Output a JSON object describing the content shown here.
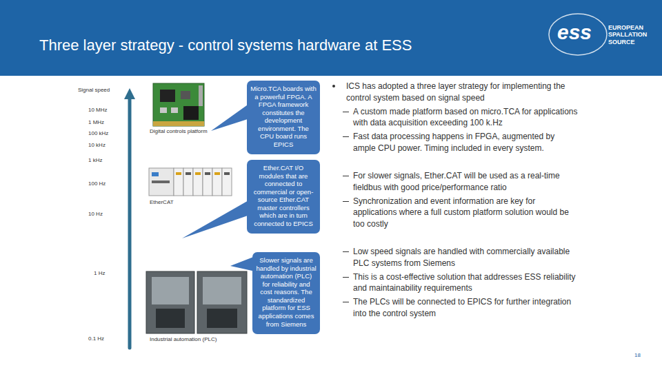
{
  "diagram": {
    "title": "Three layer strategy - control systems hardware at ESS",
    "nodes": [
      {
        "text": [
          "Micro.TCA boards with a powerful FPGA. A FPGA framework constitutes the development environment. The CPU board runs EPICS"
        ]
      },
      {
        "text": [
          "Ether.CAT I/O modules that are connected to commercial or open-source Ether.CAT master controllers which are in turn connected to EPICS"
        ]
      },
      {
        "text": [
          "Slower signals are handled by industrial automation (PLC) for reliability and cost reasons. The standardized platform for ESS applications comes from Siemens"
        ]
      }
    ],
    "labels": [
      "Signal speed",
      "10 MHz",
      "1 MHz",
      "100 kHz",
      "10 kHz",
      "1 kHz",
      "100 Hz",
      "10 Hz",
      "1 Hz",
      "0.1 Hz",
      "Digital controls platform",
      "EtherCAT",
      "Industrial automation (PLC)",
      "ICS has adopted a three layer strategy for implementing the control system based on signal speed",
      "A custom made platform based on micro.TCA for applications with data acquisition exceeding 100 k.Hz",
      "Fast data processing happens in FPGA, augmented by ample CPU power. Timing included in every system.",
      "For slower signals, Ether.CAT will be used as a real-time fieldbus with good price/performance ratio",
      "Synchronization and event information are key for applications where a full custom platform solution would be too costly",
      "Low speed signals are handled with commercially available PLC systems from Siemens",
      "This is a cost-effective solution that addresses ESS reliability and maintainability requirements",
      "The PLCs will be connected to EPICS for further integration into the control system",
      "ess",
      "EUROPEAN SPALLATION SOURCE",
      "18"
    ]
  }
}
